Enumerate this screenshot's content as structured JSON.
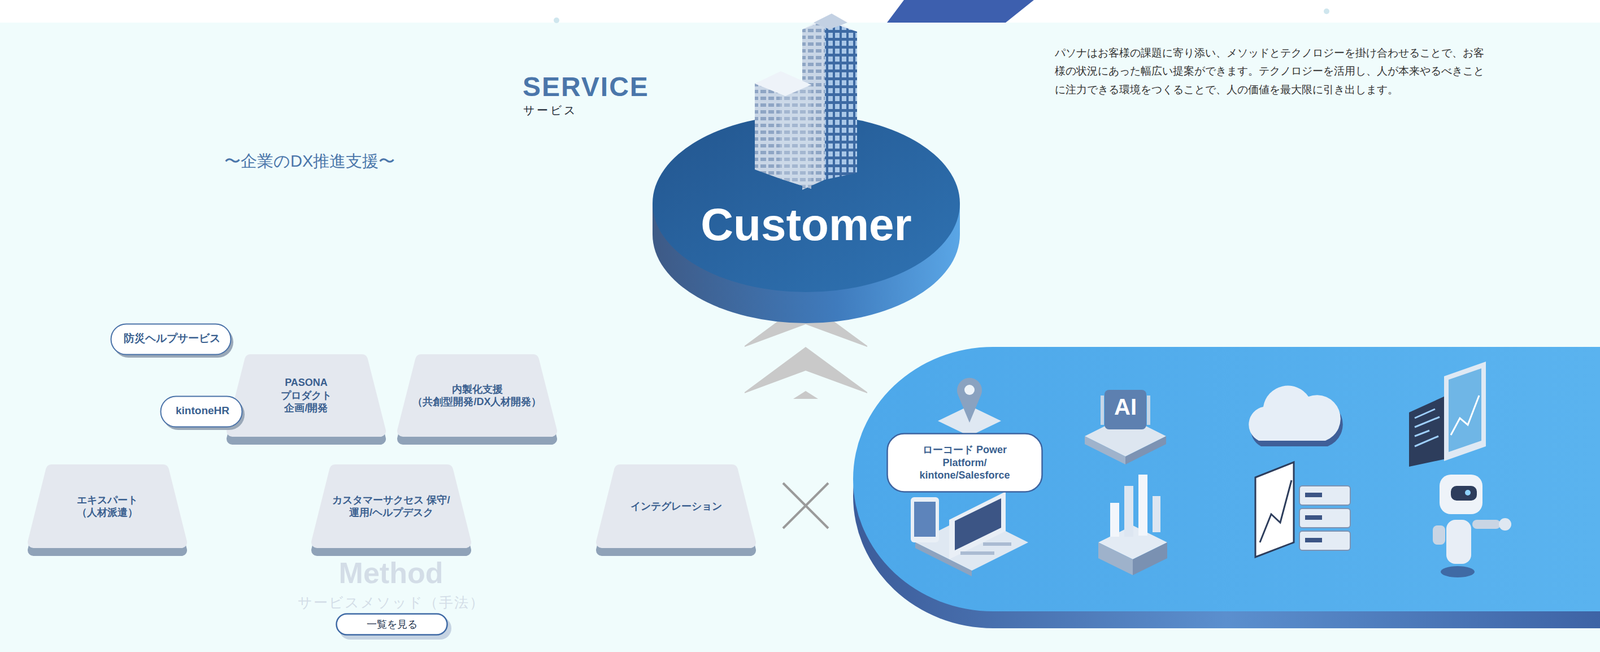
{
  "diagram": {
    "title": "SERVICE",
    "nodes": [
      {
        "text": [
          "Customer"
        ]
      },
      {
        "text": [
          "防災ヘルプサービス"
        ]
      },
      {
        "text": [
          "PASONA プロダクト 企画/開発"
        ]
      },
      {
        "text": [
          "内製化支援 （共創型開発/DX人材開発）"
        ]
      },
      {
        "text": [
          "kintoneHR"
        ]
      },
      {
        "text": [
          "ローコード Power Platform/ kintone/Salesforce"
        ]
      },
      {
        "text": [
          "エキスパート （人材派遣）"
        ]
      },
      {
        "text": [
          "カスタマーサクセス 保守/運用/ヘルプデスク"
        ]
      },
      {
        "text": [
          "インテグレーション"
        ]
      },
      {
        "text": [
          "一覧を見る"
        ]
      }
    ],
    "labels": [
      "サービス",
      "〜企業のDX推進支援〜",
      "パソナはお客様の課題に寄り添い、メソッドとテクノロジーを掛け合わせることで、お客様の状況にあった幅広い提案ができます。テクノロジーを活用し、人が本来やるべきことに注力できる環境をつくることで、人の価値を最大限に引き出します。",
      "AI",
      "Method",
      "サービスメソッド（手法）"
    ]
  }
}
